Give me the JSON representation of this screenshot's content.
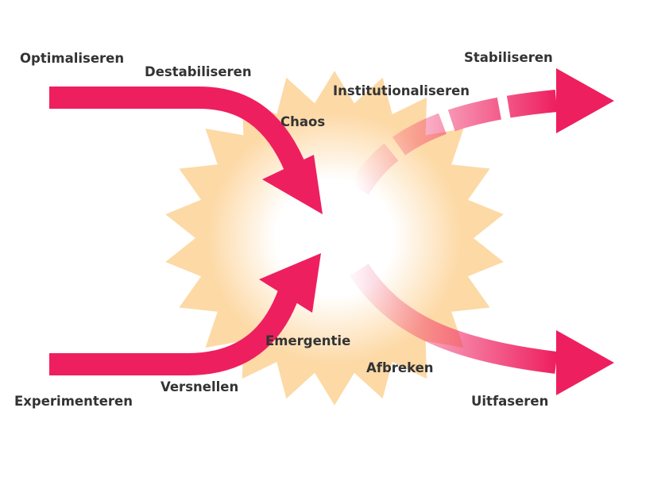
{
  "colors": {
    "accent": "#ee1f5f",
    "burst": "#fdd9a6",
    "text": "#333333"
  },
  "labels": {
    "optimaliseren": "Optimaliseren",
    "destabiliseren": "Destabiliseren",
    "chaos": "Chaos",
    "institutionaliseren": "Institutionaliseren",
    "stabiliseren": "Stabiliseren",
    "emergentie": "Emergentie",
    "afbreken": "Afbreken",
    "experimenteren": "Experimenteren",
    "versnellen": "Versnellen",
    "uitfaseren": "Uitfaseren"
  }
}
